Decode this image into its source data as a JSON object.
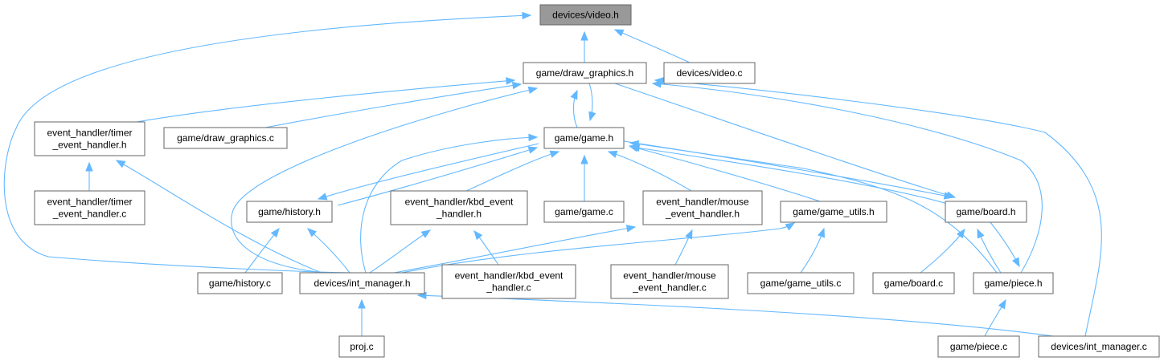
{
  "nodes": {
    "video_h": [
      "devices/video.h"
    ],
    "draw_graphics_h": [
      "game/draw_graphics.h"
    ],
    "video_c": [
      "devices/video.c"
    ],
    "timer_h": [
      "event_handler/timer",
      "_event_handler.h"
    ],
    "draw_graphics_c": [
      "game/draw_graphics.c"
    ],
    "game_h": [
      "game/game.h"
    ],
    "timer_c": [
      "event_handler/timer",
      "_event_handler.c"
    ],
    "history_h": [
      "game/history.h"
    ],
    "kbd_h": [
      "event_handler/kbd_event",
      "_handler.h"
    ],
    "game_c": [
      "game/game.c"
    ],
    "mouse_h": [
      "event_handler/mouse",
      "_event_handler.h"
    ],
    "game_utils_h": [
      "game/game_utils.h"
    ],
    "board_h": [
      "game/board.h"
    ],
    "history_c": [
      "game/history.c"
    ],
    "int_manager_h": [
      "devices/int_manager.h"
    ],
    "kbd_c": [
      "event_handler/kbd_event",
      "_handler.c"
    ],
    "mouse_c": [
      "event_handler/mouse",
      "_event_handler.c"
    ],
    "game_utils_c": [
      "game/game_utils.c"
    ],
    "board_c": [
      "game/board.c"
    ],
    "piece_h": [
      "game/piece.h"
    ],
    "proj_c": [
      "proj.c"
    ],
    "piece_c": [
      "game/piece.c"
    ],
    "int_manager_c": [
      "devices/int_manager.c"
    ]
  },
  "edges": [
    {
      "from": "draw_graphics_h",
      "to": "video_h"
    },
    {
      "from": "video_c",
      "to": "video_h"
    },
    {
      "from": "int_manager_h",
      "to": "video_h"
    },
    {
      "from": "timer_h",
      "to": "draw_graphics_h"
    },
    {
      "from": "draw_graphics_c",
      "to": "draw_graphics_h"
    },
    {
      "from": "game_h",
      "to": "draw_graphics_h"
    },
    {
      "from": "draw_graphics_h",
      "to": "game_h"
    },
    {
      "from": "int_manager_h",
      "to": "draw_graphics_h"
    },
    {
      "from": "int_manager_c",
      "to": "draw_graphics_h"
    },
    {
      "from": "piece_h",
      "to": "draw_graphics_h"
    },
    {
      "from": "draw_graphics_h",
      "to": "board_h"
    },
    {
      "from": "timer_c",
      "to": "timer_h"
    },
    {
      "from": "int_manager_h",
      "to": "timer_h"
    },
    {
      "from": "history_h",
      "to": "game_h"
    },
    {
      "from": "game_h",
      "to": "history_h"
    },
    {
      "from": "kbd_h",
      "to": "game_h"
    },
    {
      "from": "game_c",
      "to": "game_h"
    },
    {
      "from": "mouse_h",
      "to": "game_h"
    },
    {
      "from": "game_utils_h",
      "to": "game_h"
    },
    {
      "from": "board_h",
      "to": "game_h"
    },
    {
      "from": "game_h",
      "to": "board_h"
    },
    {
      "from": "piece_h",
      "to": "game_h"
    },
    {
      "from": "int_manager_h",
      "to": "game_h"
    },
    {
      "from": "history_c",
      "to": "history_h"
    },
    {
      "from": "int_manager_h",
      "to": "history_h"
    },
    {
      "from": "int_manager_h",
      "to": "kbd_h"
    },
    {
      "from": "kbd_c",
      "to": "kbd_h"
    },
    {
      "from": "int_manager_h",
      "to": "mouse_h"
    },
    {
      "from": "mouse_c",
      "to": "mouse_h"
    },
    {
      "from": "int_manager_h",
      "to": "game_utils_h"
    },
    {
      "from": "game_utils_c",
      "to": "game_utils_h"
    },
    {
      "from": "board_c",
      "to": "board_h"
    },
    {
      "from": "piece_h",
      "to": "board_h"
    },
    {
      "from": "board_h",
      "to": "piece_h"
    },
    {
      "from": "piece_c",
      "to": "piece_h"
    },
    {
      "from": "proj_c",
      "to": "int_manager_h"
    },
    {
      "from": "int_manager_c",
      "to": "int_manager_h"
    }
  ],
  "colors": {
    "edge": "#63b8ff",
    "root_fill": "#999999",
    "border": "#666666"
  }
}
